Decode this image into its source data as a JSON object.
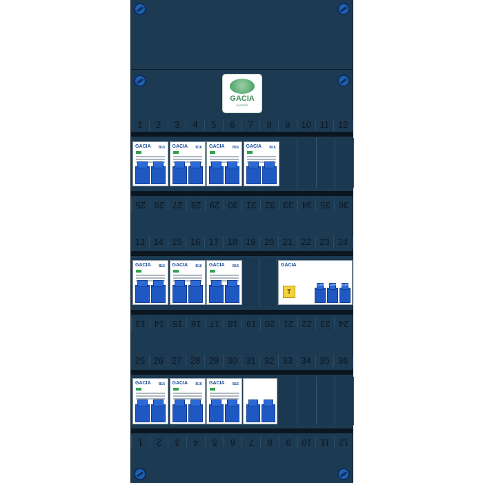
{
  "panel": {
    "logo": {
      "brand": "GACIA",
      "tagline": "EUROPE"
    },
    "rows": [
      {
        "top_numbers": [
          "1",
          "2",
          "3",
          "4",
          "5",
          "6",
          "7",
          "8",
          "9",
          "10",
          "11",
          "12"
        ],
        "bottom_numbers": [
          "36",
          "35",
          "34",
          "33",
          "32",
          "31",
          "30",
          "29",
          "28",
          "27",
          "26",
          "25"
        ],
        "breakers": [
          {
            "brand": "GACIA",
            "rating": "B16"
          },
          {
            "brand": "GACIA",
            "rating": "B16"
          },
          {
            "brand": "GACIA",
            "rating": "B16"
          },
          {
            "brand": "GACIA",
            "rating": "B16"
          }
        ]
      },
      {
        "top_numbers": [
          "13",
          "14",
          "15",
          "16",
          "17",
          "18",
          "19",
          "20",
          "21",
          "22",
          "23",
          "24"
        ],
        "bottom_numbers": [
          "24",
          "23",
          "22",
          "21",
          "20",
          "19",
          "18",
          "17",
          "16",
          "15",
          "14",
          "13"
        ],
        "breakers": [
          {
            "brand": "GACIA",
            "rating": "B16"
          },
          {
            "brand": "GACIA",
            "rating": "B16"
          },
          {
            "brand": "GACIA",
            "rating": "B16"
          }
        ],
        "rcd": {
          "brand": "GACIA",
          "button": "T",
          "labels": [
            "O-OFF",
            "O-OFF",
            "O-OFF"
          ]
        }
      },
      {
        "top_numbers": [
          "25",
          "26",
          "27",
          "28",
          "29",
          "30",
          "31",
          "32",
          "33",
          "34",
          "35",
          "36"
        ],
        "bottom_numbers": [
          "12",
          "11",
          "10",
          "9",
          "8",
          "7",
          "6",
          "5",
          "4",
          "3",
          "2",
          "1"
        ],
        "breakers": [
          {
            "brand": "GACIA",
            "rating": "B16"
          },
          {
            "brand": "GACIA",
            "rating": "B16"
          },
          {
            "brand": "GACIA",
            "rating": "B16"
          }
        ]
      }
    ]
  }
}
